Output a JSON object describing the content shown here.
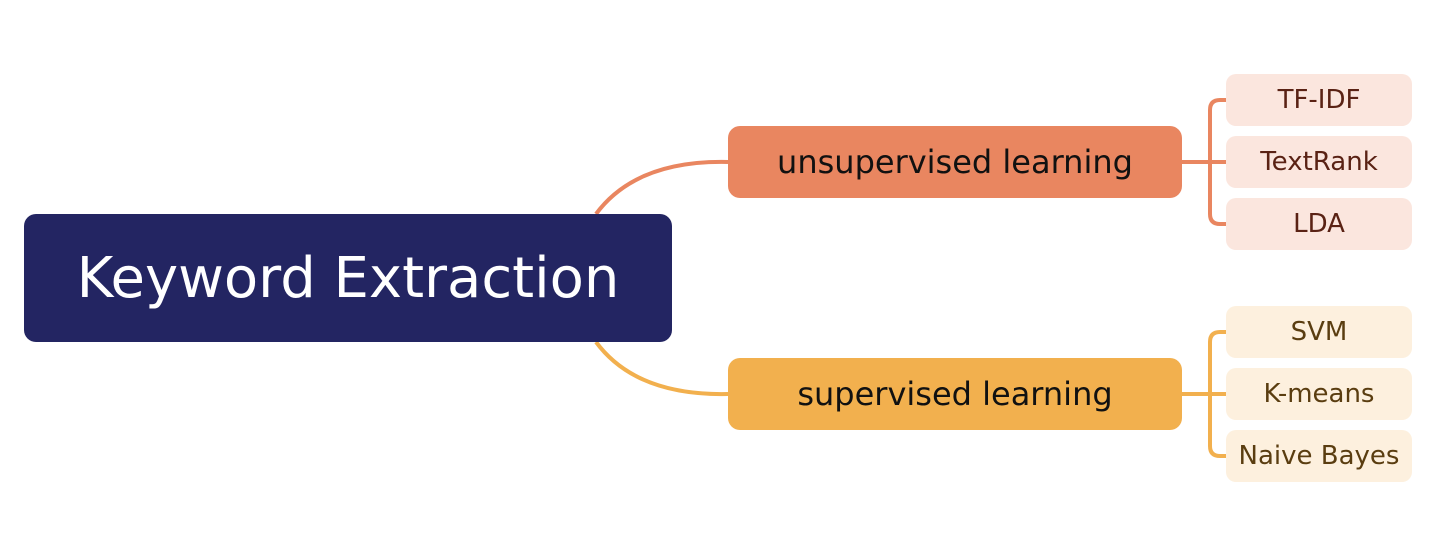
{
  "colors": {
    "root_fill": "#232562",
    "unsupervised_fill": "#E98660",
    "unsupervised_leaf_fill": "#FBE6DE",
    "unsupervised_leaf_text": "#5A2214",
    "supervised_fill": "#F2B04E",
    "supervised_leaf_fill": "#FDF0DE",
    "supervised_leaf_text": "#5A3D10"
  },
  "diagram": {
    "root": {
      "label": "Keyword Extraction"
    },
    "branches": [
      {
        "label": "unsupervised learning",
        "children": [
          "TF-IDF",
          "TextRank",
          "LDA"
        ]
      },
      {
        "label": "supervised learning",
        "children": [
          "SVM",
          "K-means",
          "Naive Bayes"
        ]
      }
    ]
  }
}
